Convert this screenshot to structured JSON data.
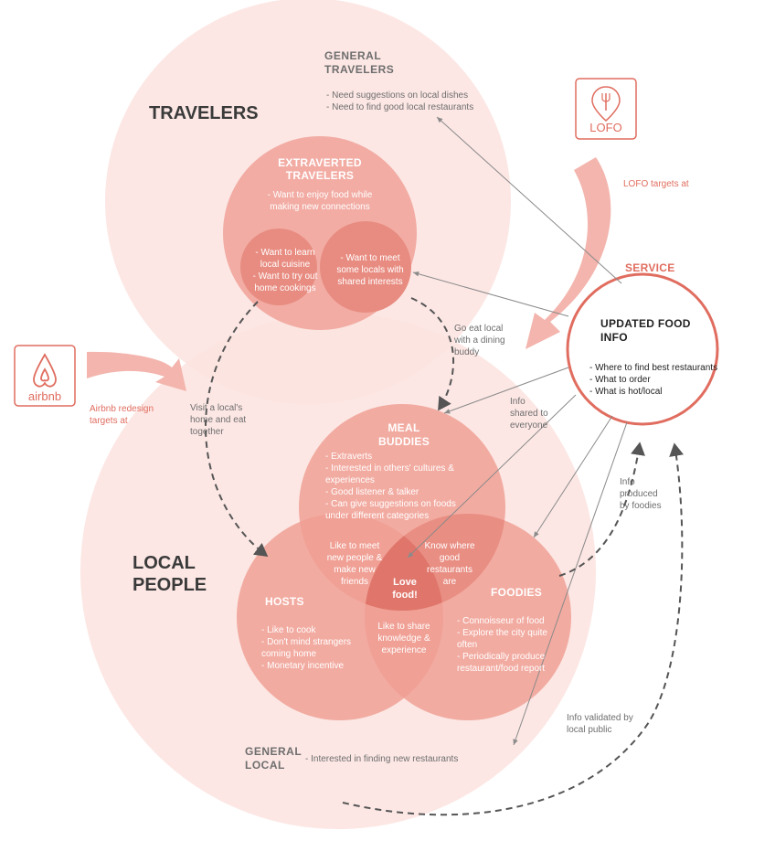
{
  "colors": {
    "background_circle": "#fbe3df",
    "venn_circle": "#ef9d93",
    "overlap": "#e4796c",
    "accent": "#e06d5f",
    "arrow_pink": "#f3b5ad",
    "gray_line": "#8a8a8a",
    "dash_line": "#555555"
  },
  "travelers": {
    "title": "TRAVELERS",
    "general": {
      "heading": [
        "GENERAL",
        "TRAVELERS"
      ],
      "lines": [
        "- Need suggestions on local dishes",
        "- Need to find good local restaurants"
      ]
    },
    "extraverted": {
      "heading": [
        "EXTRAVERTED",
        "TRAVELERS"
      ],
      "lines": [
        "- Want to enjoy food while",
        "making new connections"
      ],
      "left": [
        "- Want to learn",
        "local cuisine",
        "- Want to try out",
        "home cookings"
      ],
      "right": [
        "- Want to meet",
        "some locals with",
        "shared interests"
      ]
    }
  },
  "lofo": {
    "logo_text": "LOFO",
    "logo_icon": "map-pin-fork-icon",
    "targets": "LOFO targets at"
  },
  "airbnb": {
    "logo_text": "airbnb",
    "logo_icon": "airbnb-belo-icon",
    "targets": [
      "Airbnb redesign",
      "targets at"
    ]
  },
  "service": {
    "label": "SERVICE",
    "title": [
      "UPDATED FOOD",
      "INFO"
    ],
    "lines": [
      "- Where to find best restaurants",
      "- What to order",
      "- What is hot/local"
    ]
  },
  "annotations": {
    "go_eat": [
      "Go eat local",
      "with a dining",
      "buddy"
    ],
    "visit": [
      "Visit a local's",
      "home and eat",
      "together"
    ],
    "info_shared": [
      "Info",
      "shared to",
      "everyone"
    ],
    "info_produced": [
      "Info",
      "produced",
      "by foodies"
    ],
    "info_validated": [
      "Info validated by",
      "local public"
    ]
  },
  "local": {
    "title": [
      "LOCAL",
      "PEOPLE"
    ],
    "general": {
      "heading": [
        "GENERAL",
        "LOCAL"
      ],
      "text": "- Interested in finding new restaurants"
    },
    "meal_buddies": {
      "heading": [
        "MEAL",
        "BUDDIES"
      ],
      "lines": [
        "- Extraverts",
        "- Interested in others' cultures &",
        "experiences",
        "- Good listener & talker",
        "- Can give suggestions on foods",
        "under different categories"
      ]
    },
    "hosts": {
      "heading": "HOSTS",
      "lines": [
        "- Like to cook",
        "- Don't mind strangers",
        "coming home",
        "- Monetary incentive"
      ]
    },
    "foodies": {
      "heading": "FOODIES",
      "lines": [
        "- Connoisseur of food",
        "- Explore the city quite",
        "often",
        "- Periodically produce",
        "restaurant/food report"
      ]
    },
    "overlaps": {
      "meal_hosts": [
        "Like to meet",
        "new people &",
        "make new",
        "friends"
      ],
      "meal_foodies": [
        "Know where",
        "good",
        "restaurants",
        "are"
      ],
      "hosts_foodies": [
        "Like to share",
        "knowledge &",
        "experience"
      ],
      "center": [
        "Love",
        "food!"
      ]
    }
  }
}
